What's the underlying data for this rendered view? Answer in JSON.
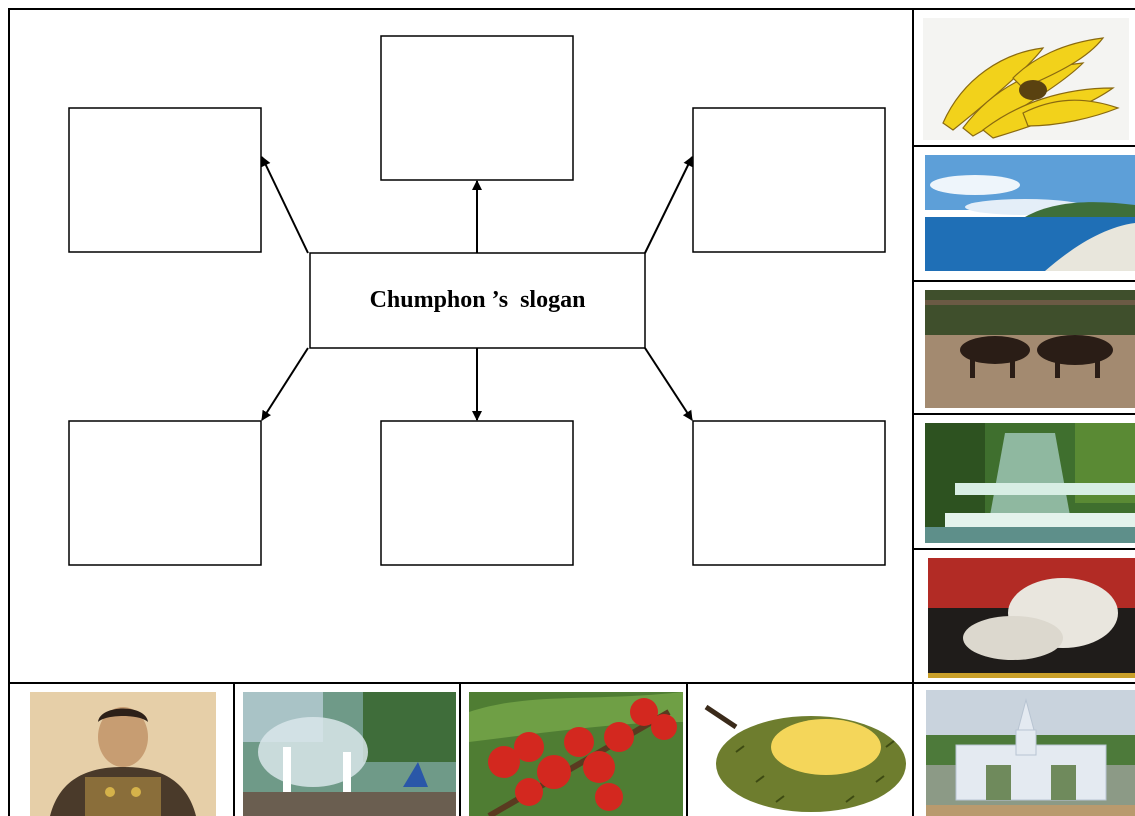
{
  "diagram": {
    "center_label": "Chumphon ’s  slogan",
    "line_color": "#000000",
    "answer_boxes": [
      {
        "id": "top-left",
        "text": ""
      },
      {
        "id": "top-center",
        "text": ""
      },
      {
        "id": "top-right",
        "text": ""
      },
      {
        "id": "bottom-left",
        "text": ""
      },
      {
        "id": "bottom-center",
        "text": ""
      },
      {
        "id": "bottom-right",
        "text": ""
      }
    ]
  },
  "pictures": {
    "right_column": [
      "banana-icon",
      "beach-icon",
      "bullfight-icon",
      "waterfall-icon",
      "birds-nest-icon"
    ],
    "bottom_row": [
      "king-portrait-icon",
      "hot-spring-icon",
      "coffee-beans-icon",
      "durian-icon",
      "city-gate-icon"
    ]
  }
}
